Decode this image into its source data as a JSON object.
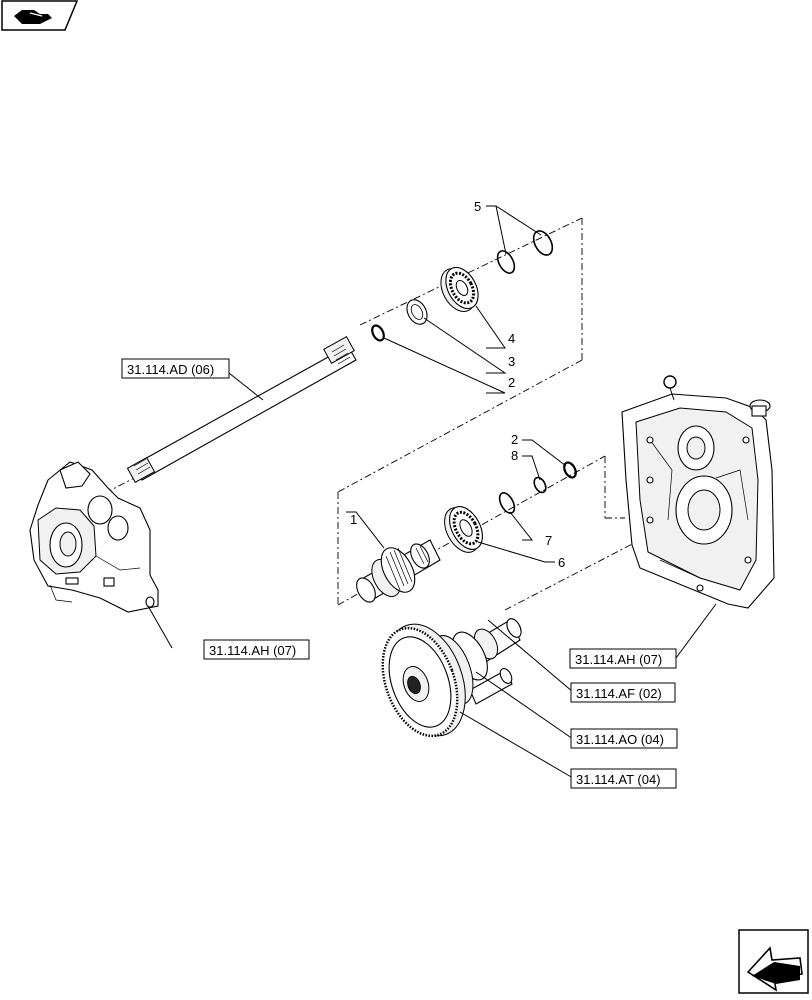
{
  "callouts": [
    "1",
    "2",
    "3",
    "4",
    "5",
    "6",
    "7",
    "8",
    "2"
  ],
  "references": [
    "31.114.AD (06)",
    "31.114.AH (07)",
    "31.114.AH (07)",
    "31.114.AF (02)",
    "31.114.AO (04)",
    "31.114.AT (04)"
  ],
  "icons": {
    "top_left": "book-hand-icon",
    "bottom_right": "previous-arrow-icon"
  }
}
